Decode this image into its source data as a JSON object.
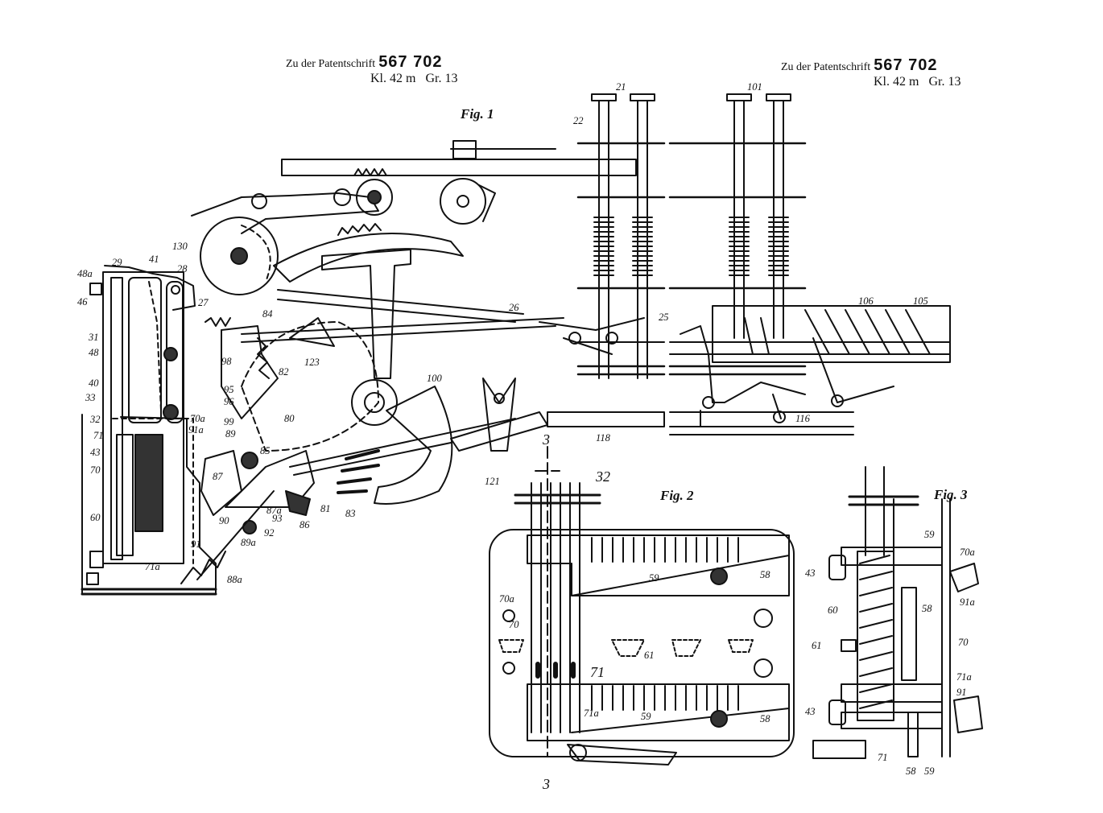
{
  "header_left": {
    "prefix": "Zu der Patentschrift",
    "number": "567 702",
    "class": "Kl. 42 m",
    "group": "Gr. 13"
  },
  "header_right": {
    "prefix": "Zu der Patentschrift",
    "number": "567 702",
    "class": "Kl. 42 m",
    "group": "Gr. 13"
  },
  "fig1": {
    "title": "Fig. 1",
    "labels": [
      "21",
      "22",
      "101",
      "26",
      "25",
      "106",
      "105",
      "116",
      "118",
      "121",
      "100",
      "123",
      "84",
      "82",
      "80",
      "83",
      "81",
      "86",
      "85",
      "87",
      "87a",
      "88a",
      "89a",
      "92",
      "93",
      "90",
      "91",
      "91a",
      "70a",
      "71a",
      "130",
      "29",
      "28",
      "27",
      "41",
      "48a",
      "46",
      "31",
      "48",
      "40",
      "33",
      "32",
      "71",
      "43",
      "70",
      "60",
      "98",
      "96",
      "95",
      "99",
      "89"
    ]
  },
  "fig2": {
    "title": "Fig. 2",
    "section_top": "3",
    "section_bottom": "3",
    "labels": [
      "32",
      "59",
      "58",
      "70a",
      "70",
      "61",
      "71",
      "71a",
      "59",
      "58"
    ]
  },
  "fig3": {
    "title": "Fig. 3",
    "labels": [
      "59",
      "70a",
      "43",
      "58",
      "91a",
      "60",
      "70",
      "61",
      "71a",
      "91",
      "43",
      "71",
      "58",
      "59"
    ]
  }
}
